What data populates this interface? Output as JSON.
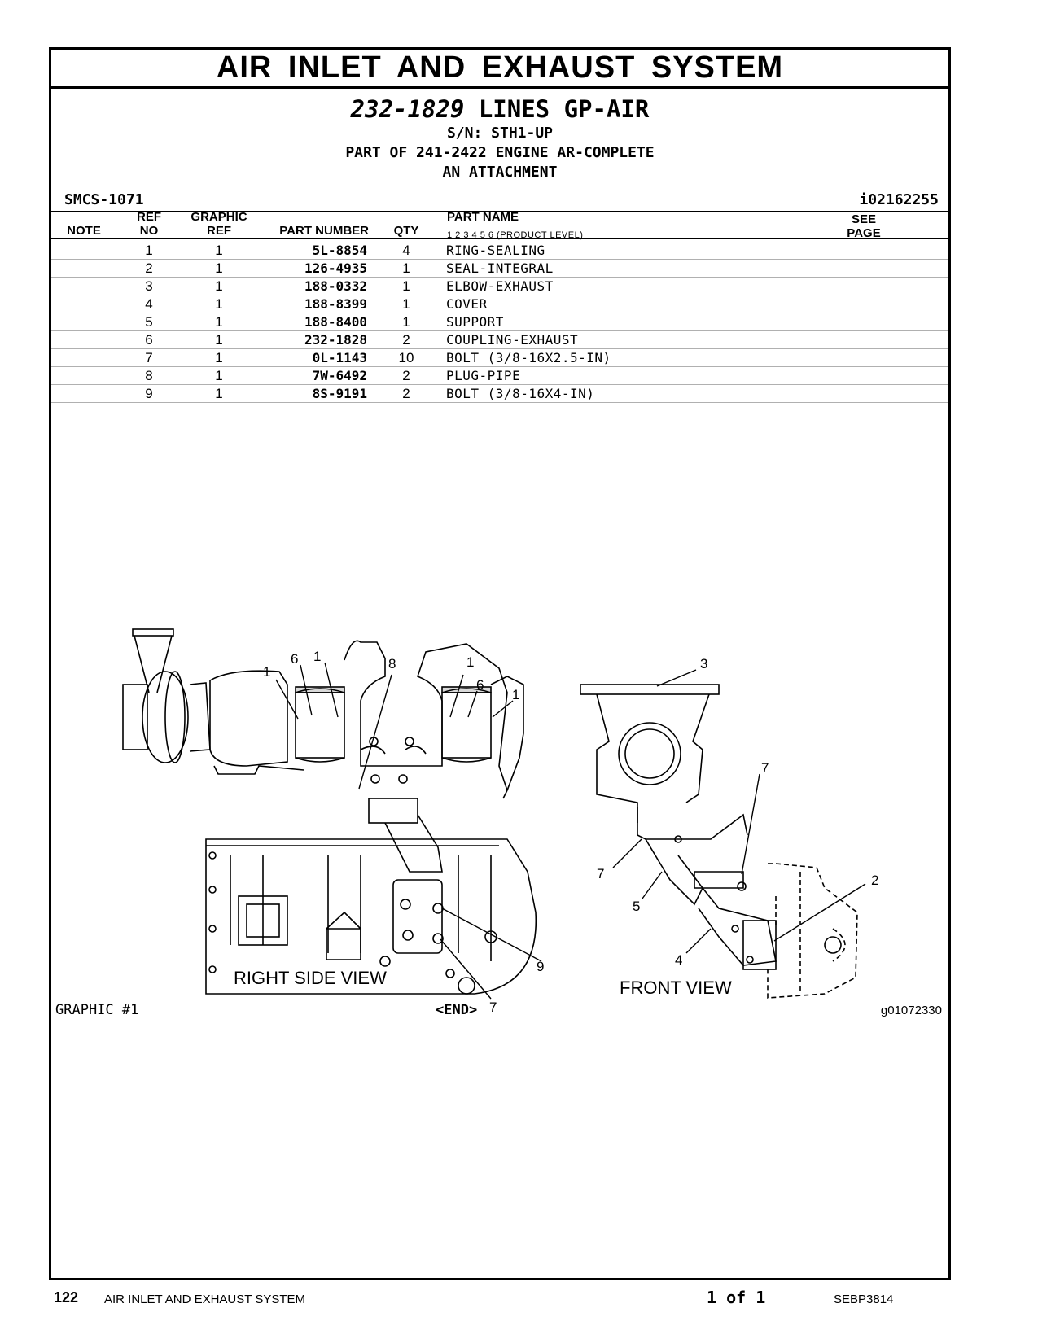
{
  "banner": "AIR INLET AND EXHAUST SYSTEM",
  "group": {
    "number": "232-1829",
    "name": "LINES GP-AIR",
    "sn": "S/N: STH1-UP",
    "part_of": "PART OF 241-2422 ENGINE AR-COMPLETE",
    "attachment": "AN ATTACHMENT"
  },
  "smcs": "SMCS-1071",
  "doc_id": "i02162255",
  "headers": {
    "note": "NOTE",
    "ref_no_1": "REF",
    "ref_no_2": "NO",
    "graphic_ref_1": "GRAPHIC",
    "graphic_ref_2": "REF",
    "part_number": "PART NUMBER",
    "qty": "QTY",
    "part_name": "PART NAME",
    "product_levels": "1   2   3   4   5   6   (PRODUCT LEVEL)",
    "see_page_1": "SEE",
    "see_page_2": "PAGE"
  },
  "parts": [
    {
      "ref": "1",
      "gref": "1",
      "pn": "5L-8854",
      "qty": "4",
      "name": "RING-SEALING"
    },
    {
      "ref": "2",
      "gref": "1",
      "pn": "126-4935",
      "qty": "1",
      "name": "SEAL-INTEGRAL"
    },
    {
      "ref": "3",
      "gref": "1",
      "pn": "188-0332",
      "qty": "1",
      "name": "ELBOW-EXHAUST"
    },
    {
      "ref": "4",
      "gref": "1",
      "pn": "188-8399",
      "qty": "1",
      "name": "COVER"
    },
    {
      "ref": "5",
      "gref": "1",
      "pn": "188-8400",
      "qty": "1",
      "name": "SUPPORT"
    },
    {
      "ref": "6",
      "gref": "1",
      "pn": "232-1828",
      "qty": "2",
      "name": "COUPLING-EXHAUST"
    },
    {
      "ref": "7",
      "gref": "1",
      "pn": "0L-1143",
      "qty": "10",
      "name": "BOLT (3/8-16X2.5-IN)"
    },
    {
      "ref": "8",
      "gref": "1",
      "pn": "7W-6492",
      "qty": "2",
      "name": "PLUG-PIPE"
    },
    {
      "ref": "9",
      "gref": "1",
      "pn": "8S-9191",
      "qty": "2",
      "name": "BOLT (3/8-16X4-IN)"
    }
  ],
  "callouts": {
    "c1a": "1",
    "c6a": "6",
    "c1b": "1",
    "c8": "8",
    "c1c": "1",
    "c6b": "6",
    "c1d": "1",
    "c9": "9",
    "c7a": "7",
    "c3": "3",
    "c7b": "7",
    "c7c": "7",
    "c5": "5",
    "c2": "2",
    "c4": "4"
  },
  "views": {
    "right": "RIGHT SIDE VIEW",
    "front": "FRONT VIEW"
  },
  "graphic_no": "GRAPHIC #1",
  "end_mark": "<END>",
  "graphic_ref": "g01072330",
  "footer": {
    "page_number": "122",
    "section": "AIR INLET AND EXHAUST SYSTEM",
    "page_of": "1 of 1",
    "doc_number": "SEBP3814"
  }
}
